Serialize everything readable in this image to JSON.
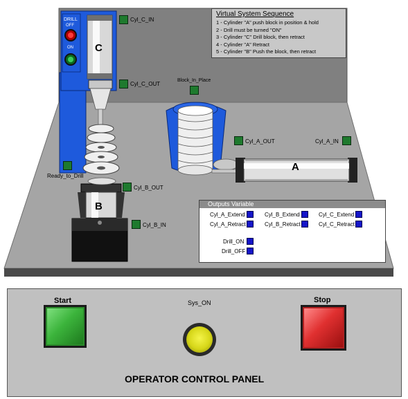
{
  "sequence": {
    "title": "Virtual System Sequence",
    "steps": [
      "1 - Cylinder \"A\" push block in position & hold",
      "2 - Drill must be turned \"ON\"",
      "3 - Cylinder \"C\" Drill block, then retract",
      "4 - Cylinder \"A\" Retract",
      "5 - Cylinder \"B\" Push the block, then retract"
    ]
  },
  "drill": {
    "title": "DRILL",
    "off_label": "OFF",
    "on_label": "ON"
  },
  "cylinders": {
    "a_label": "A",
    "b_label": "B",
    "c_label": "C"
  },
  "sensors": {
    "cyl_c_in": "Cyl_C_IN",
    "cyl_c_out": "Cyl_C_OUT",
    "block_in_place": "Block_In_Place",
    "cyl_a_out": "Cyl_A_OUT",
    "cyl_a_in": "Cyl_A_IN",
    "ready_to_drill": "Ready_to_Drill",
    "cyl_b_out": "Cyl_B_OUT",
    "cyl_b_in": "Cyl_B_IN"
  },
  "outputs": {
    "title": "Outputs Variable",
    "cyl_a_extend": "Cyl_A_Extend",
    "cyl_a_retract": "Cyl_A_Retract",
    "cyl_b_extend": "Cyl_B_Extend",
    "cyl_b_retract": "Cyl_B_Retract",
    "cyl_c_extend": "Cyl_C_Extend",
    "cyl_c_retract": "Cyl_C_Retract",
    "drill_on": "Drill_ON",
    "drill_off": "Drill_OFF"
  },
  "panel": {
    "start_label": "Start",
    "stop_label": "Stop",
    "sys_on_label": "Sys_ON",
    "title": "OPERATOR CONTROL PANEL"
  },
  "colors": {
    "platform": "#a0a0a0",
    "wall": "#808080",
    "panel_bg": "#c0c0c0",
    "machine_blue": "#1e5adc",
    "sensor_green": "#1e7a2e",
    "output_blue": "#1414c8",
    "start_green": "#3cb43c",
    "stop_red": "#e03030",
    "lamp_yellow": "#e6e61e"
  }
}
